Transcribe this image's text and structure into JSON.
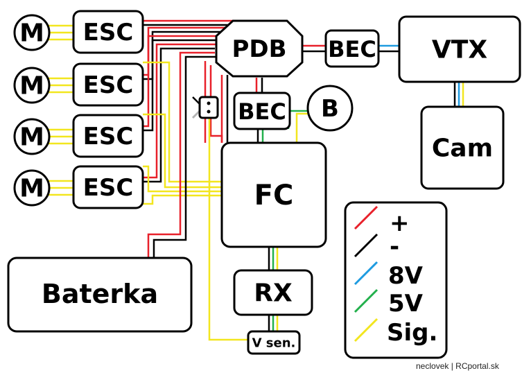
{
  "labels": {
    "motor": "M",
    "esc": "ESC",
    "pdb": "PDB",
    "bec": "BEC",
    "vtx": "VTX",
    "buzzer": "B",
    "cam": "Cam",
    "fc": "FC",
    "battery": "Baterka",
    "rx": "RX",
    "vsen": "V sen."
  },
  "legend": {
    "items": [
      {
        "color": "#e8202a",
        "label": "+"
      },
      {
        "color": "#000000",
        "label": "-"
      },
      {
        "color": "#1e9be0",
        "label": "8V"
      },
      {
        "color": "#22b04c",
        "label": "5V"
      },
      {
        "color": "#f2e61e",
        "label": "Sig."
      }
    ]
  },
  "colors": {
    "red": "#e8202a",
    "black": "#000000",
    "blue": "#1e9be0",
    "green": "#22b04c",
    "yellow": "#f2e61e",
    "gray": "#b4b4b4"
  },
  "credit": "neclovek | RCportal.sk"
}
